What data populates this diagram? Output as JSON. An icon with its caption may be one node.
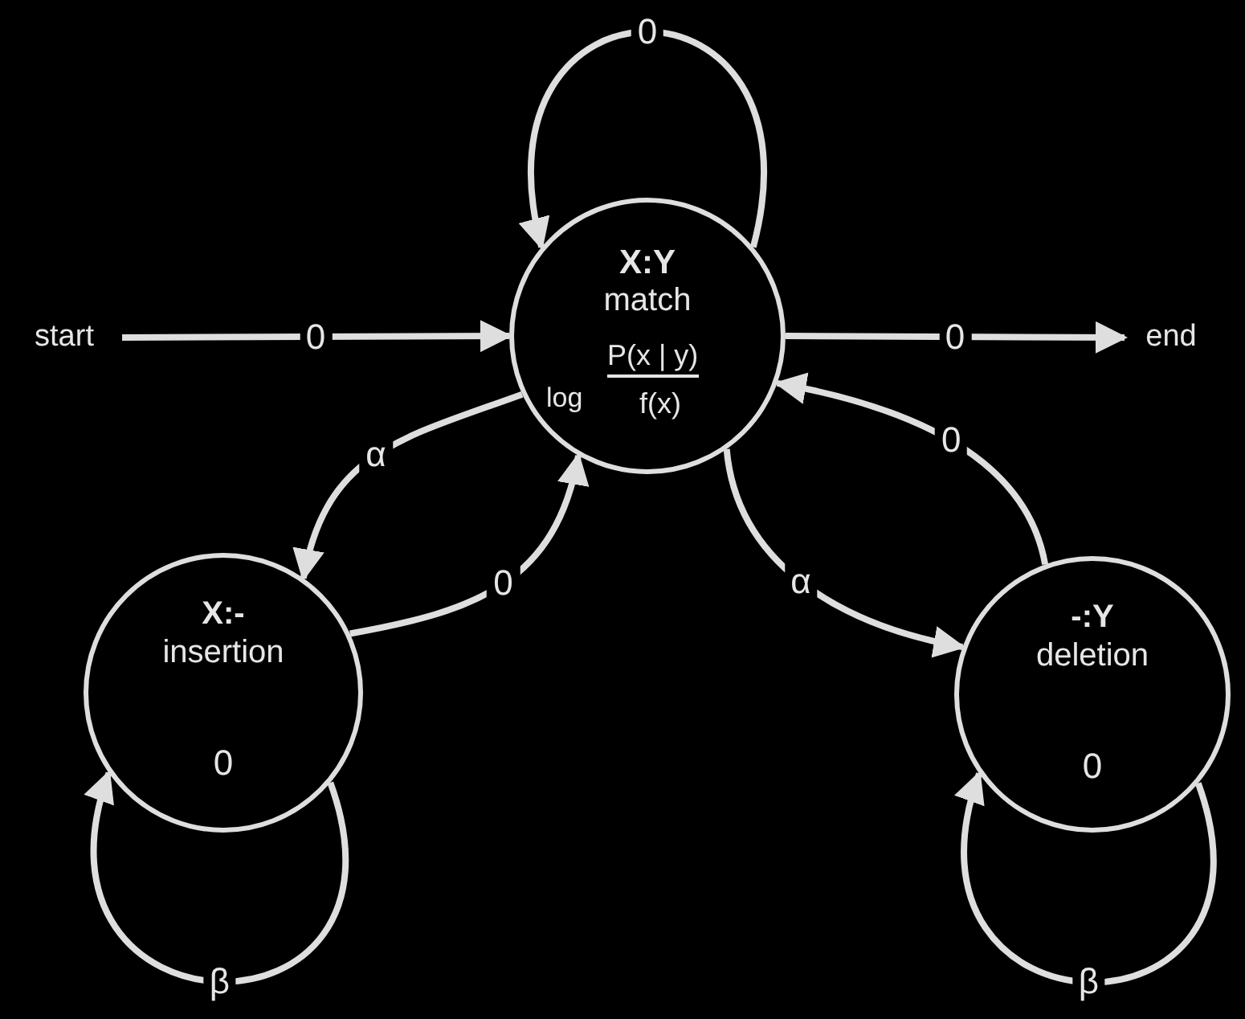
{
  "diagram": {
    "nodes": [
      {
        "text": [
          "start"
        ]
      },
      {
        "text": [
          "X:Y",
          "match",
          "log",
          "P(x | y)",
          "f(x)"
        ]
      },
      {
        "text": [
          "end"
        ]
      },
      {
        "text": [
          "X:-",
          "insertion",
          "0"
        ]
      },
      {
        "text": [
          "-:Y",
          "deletion",
          "0"
        ]
      }
    ],
    "edges": [
      {
        "from": 0,
        "to": 1,
        "arrow": "to",
        "label": "0"
      },
      {
        "from": 1,
        "to": 2,
        "arrow": "to",
        "label": "0"
      },
      {
        "from": 1,
        "to": 1,
        "arrow": "to",
        "label": "0"
      },
      {
        "from": 1,
        "to": 3,
        "arrow": "to",
        "label": "α"
      },
      {
        "from": 3,
        "to": 1,
        "arrow": "to",
        "label": "0"
      },
      {
        "from": 1,
        "to": 4,
        "arrow": "to",
        "label": "α"
      },
      {
        "from": 4,
        "to": 1,
        "arrow": "to",
        "label": "0"
      },
      {
        "from": 3,
        "to": 3,
        "arrow": "to",
        "label": "β"
      },
      {
        "from": 4,
        "to": 4,
        "arrow": "to",
        "label": "β"
      }
    ]
  }
}
